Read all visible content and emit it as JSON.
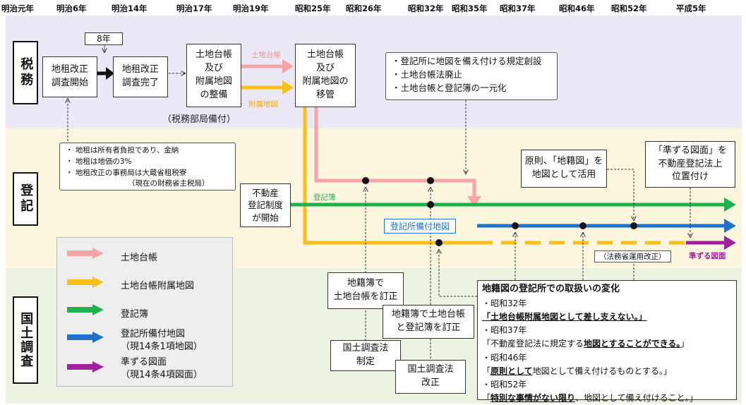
{
  "eras": [
    "明治元年",
    "明治6年",
    "明治14年",
    "明治17年",
    "明治19年",
    "昭和25年",
    "昭和26年",
    "昭和32年",
    "昭和35年",
    "昭和37年",
    "昭和46年",
    "昭和52年",
    "平成5年"
  ],
  "sections": {
    "zeimu": "税務",
    "toki": "登記",
    "kokudo": "国土調査"
  },
  "boxes": {
    "survey_start": [
      "地租改正",
      "調査開始"
    ],
    "survey_end": [
      "地租改正",
      "調査完了"
    ],
    "daicho_seibi": [
      "土地台帳",
      "及び",
      "附属地図",
      "の整備"
    ],
    "daicho_iko": [
      "土地台帳",
      "及び",
      "附属地図の",
      "移管"
    ],
    "fudosan_start": [
      "不動産",
      "登記制度",
      "が開始"
    ],
    "gensoku": [
      "原則、「地籍図」を",
      "地図として活用"
    ],
    "junzuru_ichi": [
      "「準ずる図面」を",
      "不動産登記法上",
      "位置付け"
    ],
    "kokudo_law": [
      "国土調査法",
      "制定"
    ],
    "kokudo_rev": [
      "国土調査法",
      "改正"
    ],
    "chiseki_daicho": [
      "地籍簿で",
      "土地台帳を訂正"
    ],
    "chiseki_both": [
      "地籍簿で土地台帳",
      "と登記簿を訂正"
    ]
  },
  "year8_label": "8年",
  "zeimu_note": "（税務部局備付）",
  "land_tax_notes": [
    "・ 地租は所有者負担であり、金納",
    "・ 地租は地価の3%",
    "・ 地租改正の事務局は大蔵省租税寮",
    "（現在の財務省主税局）"
  ],
  "reform_notes": [
    "・登記所に地図を備え付ける規定創設",
    "・土地台帳法廃止",
    "・土地台帳と登記簿の一元化"
  ],
  "line_labels": {
    "daicho": "土地台帳",
    "fuzoku": "附属地図",
    "tokibo": "登記簿",
    "bichi": "登記所備付地図",
    "houmu": "（法務省運用改正）",
    "junzuru": "準ずる図面"
  },
  "legend": [
    {
      "color": "#f7a3a8",
      "text": [
        "土地台帳"
      ]
    },
    {
      "color": "#fbbf1a",
      "text": [
        "土地台帳附属地図"
      ]
    },
    {
      "color": "#1fb14d",
      "text": [
        "登記簿"
      ]
    },
    {
      "color": "#1d73c8",
      "text": [
        "登記所備付地図",
        "（現14条1項地図）"
      ]
    },
    {
      "color": "#a0219c",
      "text": [
        "準ずる図面",
        "（現14条4項図面）"
      ]
    }
  ],
  "summary": {
    "title": "地籍図の登記所での取扱いの変化",
    "s32_year": "・昭和32年",
    "s32_text": "「土地台帳附属地図として差し支えない。」",
    "s37_year": "・昭和37年",
    "s37_pre": "「不動産登記法に規定する",
    "s37_bold": "地図とすることができる。",
    "s37_post": "」",
    "s46_year": "・昭和46年",
    "s46_pre": "「",
    "s46_bold": "原則として",
    "s46_post": "地図として備え付けるものとする。」",
    "s52_year": "・昭和52年",
    "s52_pre": "「",
    "s52_bold": "特別な事情がない限り",
    "s52_post": "、地図として備え付けること。」"
  },
  "colors": {
    "pink": "#f7a3a8",
    "orange": "#fbbf1a",
    "green": "#1fb14d",
    "blue": "#1d73c8",
    "purple": "#a0219c"
  }
}
